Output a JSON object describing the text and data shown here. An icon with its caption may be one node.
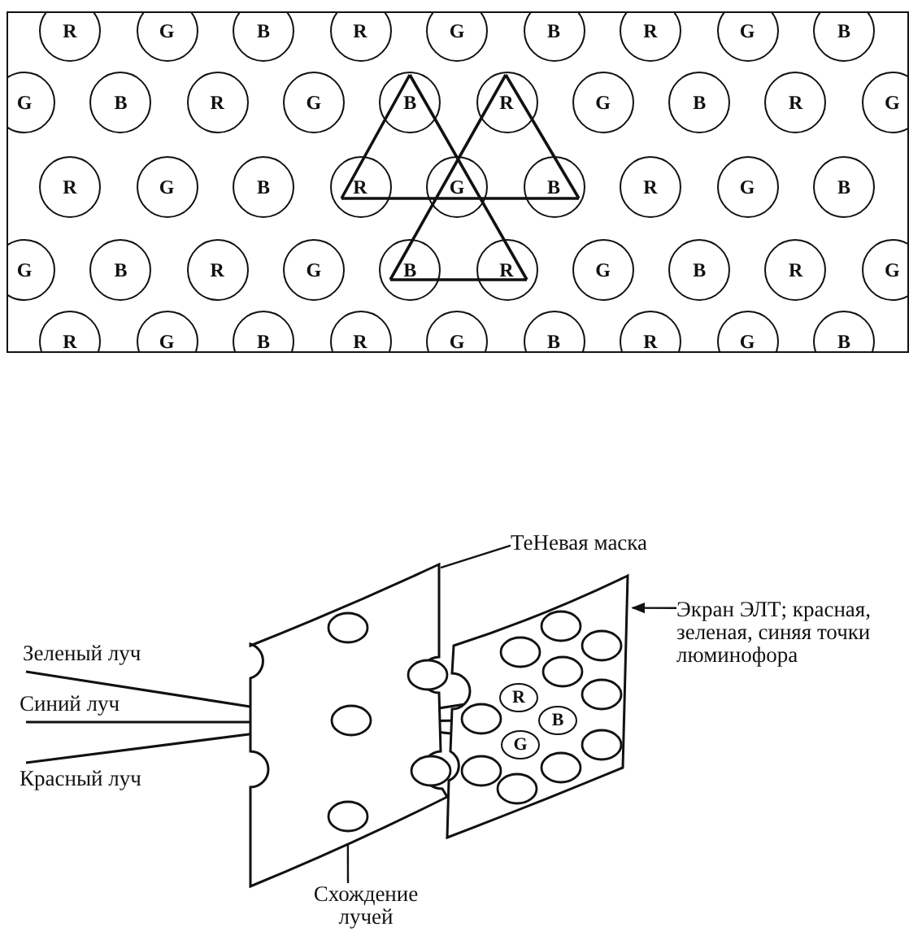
{
  "diagram": {
    "nodes": [
      {
        "text": [
          "R"
        ]
      },
      {
        "text": [
          "G"
        ]
      },
      {
        "text": [
          "B"
        ]
      },
      {
        "text": [
          "R"
        ]
      },
      {
        "text": [
          "G"
        ]
      },
      {
        "text": [
          "B"
        ]
      },
      {
        "text": [
          "R"
        ]
      },
      {
        "text": [
          "G"
        ]
      },
      {
        "text": [
          "B"
        ]
      },
      {
        "text": [
          "G"
        ]
      },
      {
        "text": [
          "B"
        ]
      },
      {
        "text": [
          "R"
        ]
      },
      {
        "text": [
          "G"
        ]
      },
      {
        "text": [
          "B"
        ]
      },
      {
        "text": [
          "R"
        ]
      },
      {
        "text": [
          "G"
        ]
      },
      {
        "text": [
          "B"
        ]
      },
      {
        "text": [
          "R"
        ]
      },
      {
        "text": [
          "G"
        ]
      },
      {
        "text": [
          "R"
        ]
      },
      {
        "text": [
          "G"
        ]
      },
      {
        "text": [
          "B"
        ]
      },
      {
        "text": [
          "R"
        ]
      },
      {
        "text": [
          "G"
        ]
      },
      {
        "text": [
          "B"
        ]
      },
      {
        "text": [
          "R"
        ]
      },
      {
        "text": [
          "G"
        ]
      },
      {
        "text": [
          "B"
        ]
      },
      {
        "text": [
          "G"
        ]
      },
      {
        "text": [
          "B"
        ]
      },
      {
        "text": [
          "R"
        ]
      },
      {
        "text": [
          "G"
        ]
      },
      {
        "text": [
          "B"
        ]
      },
      {
        "text": [
          "R"
        ]
      },
      {
        "text": [
          "G"
        ]
      },
      {
        "text": [
          "B"
        ]
      },
      {
        "text": [
          "R"
        ]
      },
      {
        "text": [
          "G"
        ]
      },
      {
        "text": [
          "R"
        ]
      },
      {
        "text": [
          "G"
        ]
      },
      {
        "text": [
          "B"
        ]
      },
      {
        "text": [
          "R"
        ]
      },
      {
        "text": [
          "G"
        ]
      },
      {
        "text": [
          "B"
        ]
      },
      {
        "text": [
          "R"
        ]
      },
      {
        "text": [
          "G"
        ]
      },
      {
        "text": [
          "B"
        ]
      },
      {
        "text": [
          "ТеНевая маска"
        ]
      },
      {
        "text": [],
        "shape": "picture"
      },
      {
        "text": [
          "Экран ЭЛТ; красная, зеленая, синяя точки люминофора"
        ]
      },
      {
        "text": [],
        "shape": "picture"
      },
      {
        "text": [
          "R"
        ],
        "in": 50
      },
      {
        "text": [
          "B"
        ],
        "in": 50
      },
      {
        "text": [
          "G"
        ],
        "in": 50
      },
      {
        "text": [
          "Схождение лучей"
        ]
      }
    ],
    "edges": [
      {
        "from": 47,
        "to": 48,
        "arrow": "none"
      },
      {
        "from": 49,
        "to": 50,
        "arrow": "to"
      },
      {
        "from": 54,
        "to": 48,
        "arrow": "none"
      }
    ],
    "labels": [
      "Зеленый луч",
      "Синий луч",
      "Красный луч"
    ]
  }
}
